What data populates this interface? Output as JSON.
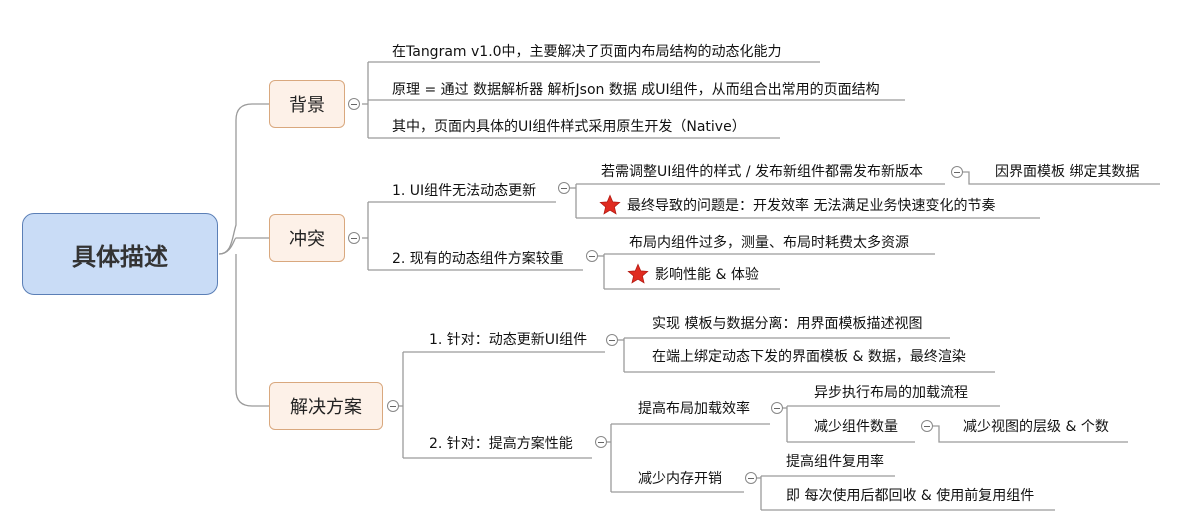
{
  "root": {
    "label": "具体描述"
  },
  "topics": {
    "background": {
      "label": "背景",
      "items": [
        "在Tangram v1.0中，主要解决了页面内布局结构的动态化能力",
        "原理 = 通过 数据解析器 解析Json 数据 成UI组件，从而组合出常用的页面结构",
        "其中，页面内具体的UI组件样式采用原生开发（Native）"
      ]
    },
    "conflict": {
      "label": "冲突",
      "c1": {
        "label": "1. UI组件无法动态更新",
        "a": "若需调整UI组件的样式 / 发布新组件都需发布新版本",
        "a_child": "因界面模板 绑定其数据",
        "b": "最终导致的问题是：开发效率 无法满足业务快速变化的节奏"
      },
      "c2": {
        "label": "2. 现有的动态组件方案较重",
        "a": "布局内组件过多，测量、布局时耗费太多资源",
        "b": "影响性能 & 体验"
      }
    },
    "solution": {
      "label": "解决方案",
      "s1": {
        "label": "1. 针对：动态更新UI组件",
        "a": "实现 模板与数据分离：用界面模板描述视图",
        "b": "在端上绑定动态下发的界面模板 & 数据，最终渲染"
      },
      "s2": {
        "label": "2. 针对：提高方案性能",
        "p1": {
          "label": "提高布局加载效率",
          "a": "异步执行布局的加载流程",
          "b": "减少组件数量",
          "b_child": "减少视图的层级 & 个数"
        },
        "p2": {
          "label": "减少内存开销",
          "a": "提高组件复用率",
          "b": "即 每次使用后都回收 & 使用前复用组件"
        }
      }
    }
  },
  "colors": {
    "root_fill": "#c9dcf6",
    "root_border": "#5b7fb6",
    "topic_fill": "#fdf1e8",
    "topic_border": "#d9a87e",
    "line": "#9a9a9a",
    "star": "#e02b20"
  }
}
